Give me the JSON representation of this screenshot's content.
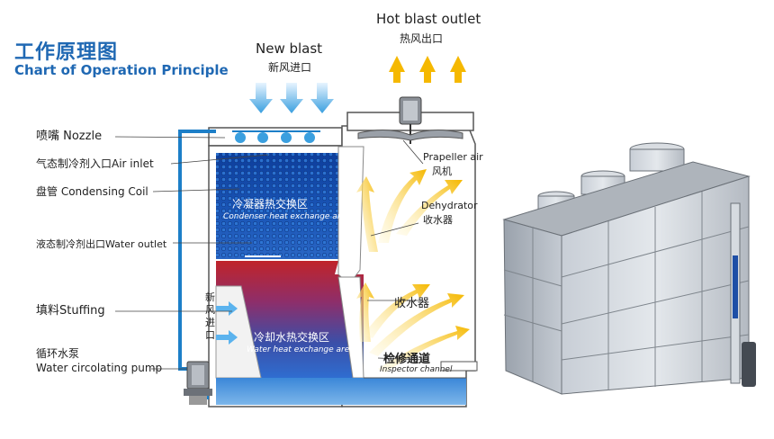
{
  "title": {
    "cn": "工作原理图",
    "en": "Chart of Operation Principle"
  },
  "top": {
    "new_blast_en": "New blast",
    "new_blast_cn": "新风进口",
    "hot_blast_en": "Hot blast outlet",
    "hot_blast_cn": "热风出口"
  },
  "left_labels": {
    "nozzle": "喷嘴 Nozzle",
    "air_inlet": "气态制冷剂入口Air inlet",
    "coil": "盘管 Condensing Coil",
    "water_outlet": "液态制冷剂出口Water outlet",
    "stuffing": "填料Stuffing",
    "pump_cn": "循环水泵",
    "pump_en": "Water circolating pump"
  },
  "right_labels": {
    "propeller_en": "Prapeller air",
    "propeller_cn": "风机",
    "dehydrator_en": "Dehydrator",
    "dehydrator_cn": "收水器",
    "dehydrator2_cn": "收水器",
    "inspection_cn": "检修通道",
    "inspection_en": "Inspector channel"
  },
  "inside": {
    "condense_cn": "冷凝器热交换区",
    "condense_en": "Condenser heat exchange area",
    "water_cn": "冷却水热交换区",
    "water_en": "Water heat exchange area",
    "fresh_air": [
      "新",
      "风",
      "进",
      "口"
    ]
  },
  "colors": {
    "title_blue": "#1f68b3",
    "arrow_blue": "#3a9fdf",
    "arrow_yellow": "#f5b800",
    "pipe_blue": "#1d7fc8"
  }
}
